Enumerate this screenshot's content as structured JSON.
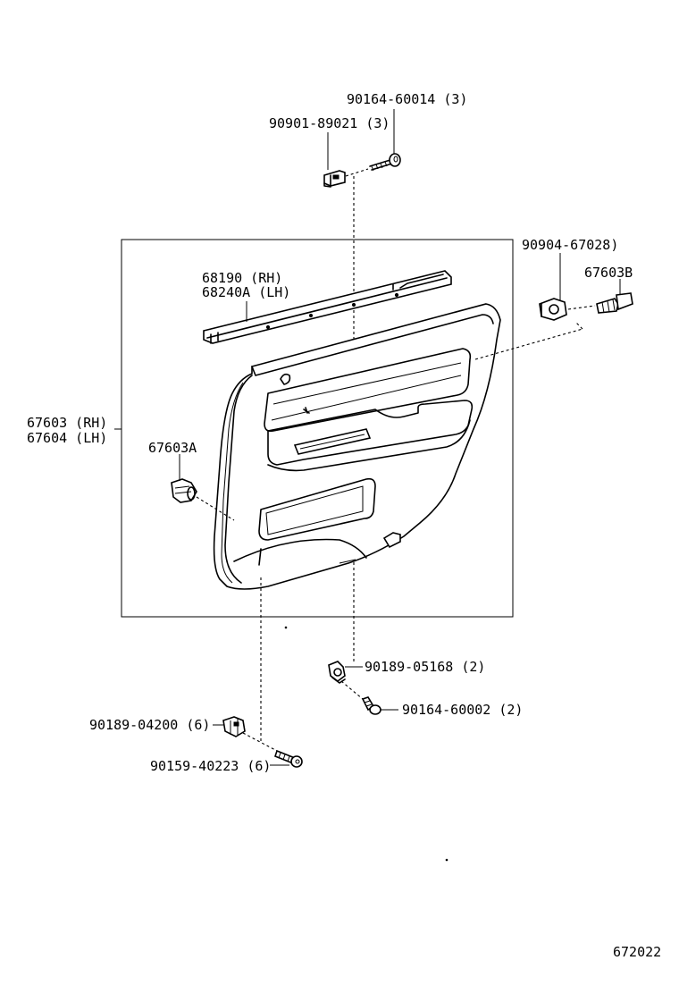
{
  "labels": {
    "p90164_60014": "90164-60014 (3)",
    "p90901_89021": "90901-89021 (3)",
    "p90904_67028": "90904-67028)",
    "p67603b": "67603B",
    "p68190": "68190 (RH)",
    "p68240a": "68240A (LH)",
    "p67603": "67603 (RH)",
    "p67604": "67604 (LH)",
    "p67603a": "67603A",
    "p90189_05168": "90189-05168 (2)",
    "p90164_60002": "90164-60002 (2)",
    "p90189_04200": "90189-04200 (6)",
    "p90159_40223": "90159-40223 (6)"
  },
  "diagram_number": "672022"
}
